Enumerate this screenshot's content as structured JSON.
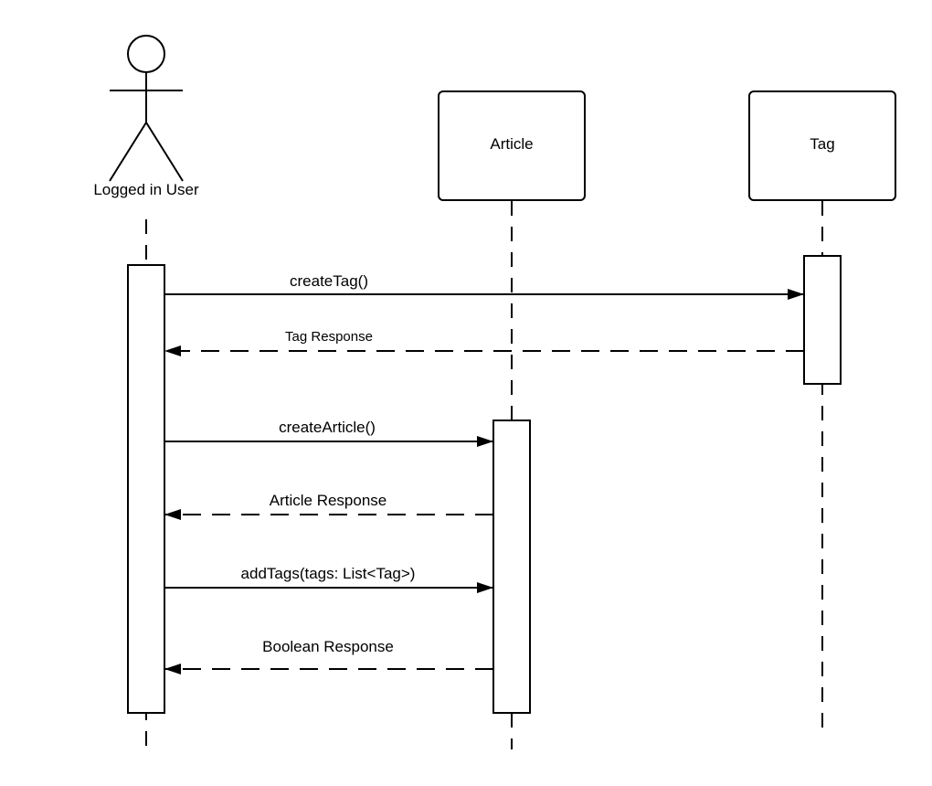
{
  "actor": {
    "label": "Logged in User"
  },
  "participants": [
    {
      "id": "article",
      "label": "Article"
    },
    {
      "id": "tag",
      "label": "Tag"
    }
  ],
  "messages": [
    {
      "label": "createTag()",
      "from": "user",
      "to": "tag",
      "kind": "call"
    },
    {
      "label": "Tag Response",
      "from": "tag",
      "to": "user",
      "kind": "return"
    },
    {
      "label": "createArticle()",
      "from": "user",
      "to": "article",
      "kind": "call"
    },
    {
      "label": "Article Response",
      "from": "article",
      "to": "user",
      "kind": "return"
    },
    {
      "label": "addTags(tags: List<Tag>)",
      "from": "user",
      "to": "article",
      "kind": "call"
    },
    {
      "label": "Boolean Response",
      "from": "article",
      "to": "user",
      "kind": "return"
    }
  ],
  "colors": {
    "line": "#000000",
    "fill": "#ffffff"
  }
}
